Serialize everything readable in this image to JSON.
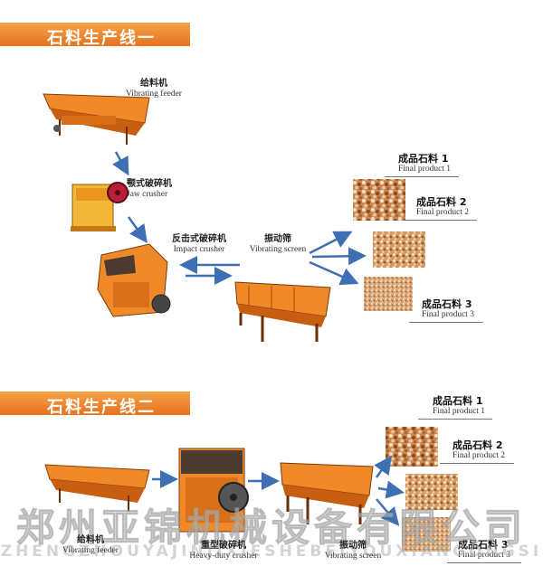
{
  "line1": {
    "title": "石料生产线一",
    "feeder": {
      "cn": "给料机",
      "en": "Vibrating feeder"
    },
    "jaw": {
      "cn": "颚式破碎机",
      "en": "Jaw crusher"
    },
    "impact": {
      "cn": "反击式破碎机",
      "en": "Impact crusher"
    },
    "screen": {
      "cn": "振动筛",
      "en": "Vibrating screen"
    },
    "products": [
      {
        "cn": "成品石料 1",
        "en": "Final product 1"
      },
      {
        "cn": "成品石料 2",
        "en": "Final product 2"
      },
      {
        "cn": "成品石料 3",
        "en": "Final product 3"
      }
    ]
  },
  "line2": {
    "title": "石料生产线二",
    "feeder": {
      "cn": "给料机",
      "en": "Vibrating feeder"
    },
    "crusher": {
      "cn": "重型破碎机",
      "en": "Heavy-duty crusher"
    },
    "screen": {
      "cn": "振动筛",
      "en": "Vibrating screen"
    },
    "products": [
      {
        "cn": "成品石料 1",
        "en": "Final product 1"
      },
      {
        "cn": "成品石料 2",
        "en": "Final product 2"
      },
      {
        "cn": "成品石料 3",
        "en": "Final product 3"
      }
    ]
  },
  "watermark": {
    "cn": "郑州亚锦机械设备有限公司",
    "en": "ZHENGZHOUYAJINJIXIESHEBEIYOUXIANGONGSI"
  },
  "colors": {
    "banner": "#e8721e",
    "machine": "#e8801e",
    "arrow": "#3f6fb3"
  }
}
